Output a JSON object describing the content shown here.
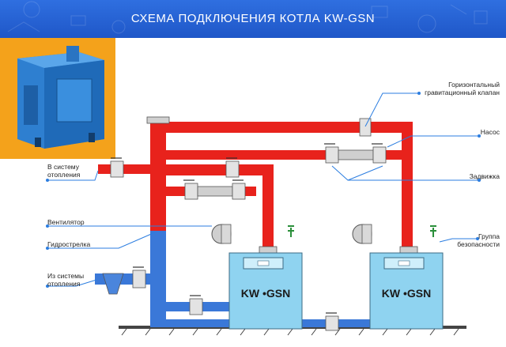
{
  "title": "СХЕМА ПОДКЛЮЧЕНИЯ КОТЛА KW-GSN",
  "labels": {
    "valve_horizontal": "Горизонтальный\nгравитационный клапан",
    "pump": "Насос",
    "gate_valve": "Задвижка",
    "safety_group": "Группа\nбезопасности",
    "to_heating": "В систему\nотопления",
    "fan": "Вентилятор",
    "hydro_arrow": "Гидрострелка",
    "from_heating": "Из системы\nотопления"
  },
  "boilers": [
    {
      "label": "KW •GSN"
    },
    {
      "label": "KW •GSN"
    }
  ],
  "colors": {
    "header": "#2463d6",
    "photo_bg": "#f4a21b",
    "supply_pipe": "#e8221c",
    "return_pipe": "#3a78d8",
    "boiler": "#8fd3f0",
    "callout": "#2b7de0"
  }
}
